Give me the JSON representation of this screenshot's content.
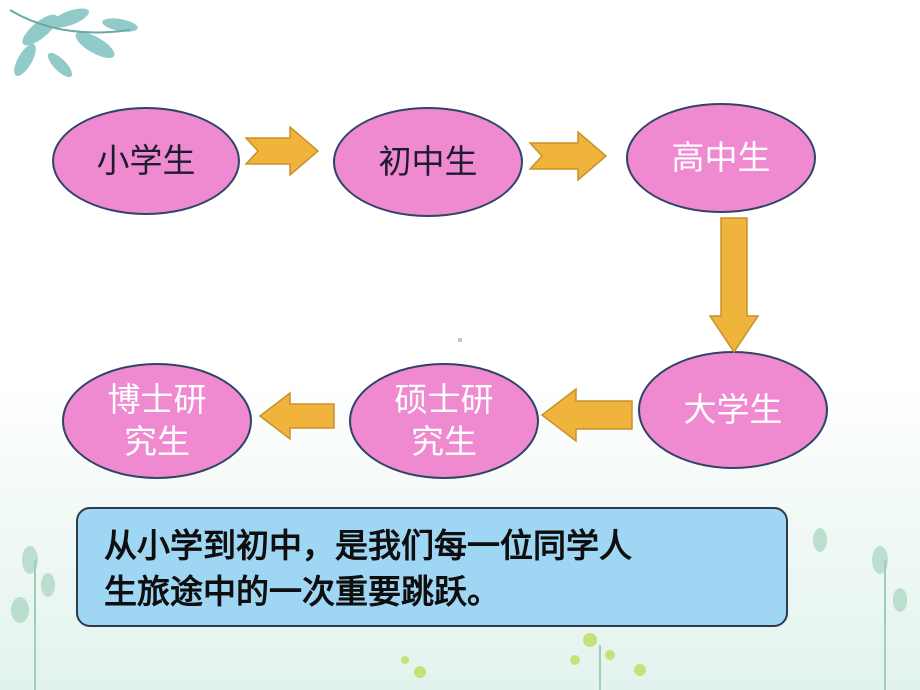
{
  "nodes": {
    "primary": "小学生",
    "junior": "初中生",
    "senior": "高中生",
    "college": "大学生",
    "master": "硕士研\n究生",
    "doctor": "博士研\n究生"
  },
  "callout_text": "从小学到初中，是我们每一位同学人\n生旅途中的一次重要跳跃。",
  "colors": {
    "node_fill": "#f08ad0",
    "node_border": "#2f4466",
    "arrow_fill": "#f0b43c",
    "callout_fill": "#9fd6f3"
  }
}
